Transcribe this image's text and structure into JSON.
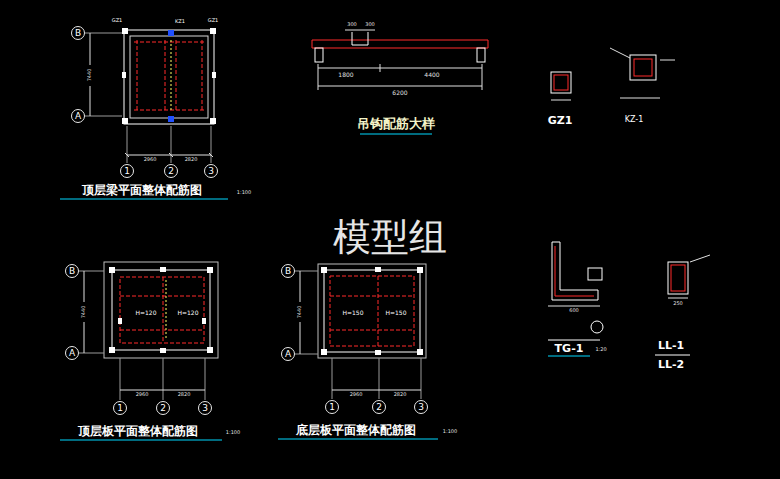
{
  "diagram": {
    "nodes": [
      {
        "text": [
          "B"
        ]
      },
      {
        "text": [
          "A"
        ]
      },
      {
        "text": [
          "1"
        ]
      },
      {
        "text": [
          "2"
        ]
      },
      {
        "text": [
          "3"
        ]
      },
      {
        "text": [
          "B"
        ]
      },
      {
        "text": [
          "A"
        ]
      },
      {
        "text": [
          "1"
        ]
      },
      {
        "text": [
          "2"
        ]
      },
      {
        "text": [
          "3"
        ]
      },
      {
        "text": [
          "B"
        ]
      },
      {
        "text": [
          "A"
        ]
      },
      {
        "text": [
          "1"
        ]
      },
      {
        "text": [
          "2"
        ]
      },
      {
        "text": [
          "3"
        ]
      }
    ],
    "labels": [
      "吊钩配筋大样",
      "顶层梁平面整体配筋图",
      "1:100",
      "顶层板平面整体配筋图",
      "1:100",
      "底层板平面整体配筋图",
      "1:100",
      "GZ1",
      "KZ-1",
      "TG-1",
      "1:20",
      "LL-1",
      "LL-2",
      "模型组",
      "6200",
      "1800",
      "4400",
      "2960",
      "2820",
      "2960",
      "2820",
      "2960",
      "2820",
      "H=120",
      "H=120",
      "H=150",
      "H=150",
      "7440",
      "7440",
      "7440",
      "GZ1",
      "GZ1",
      "KZ1",
      "300",
      "300",
      "600",
      "250"
    ]
  }
}
